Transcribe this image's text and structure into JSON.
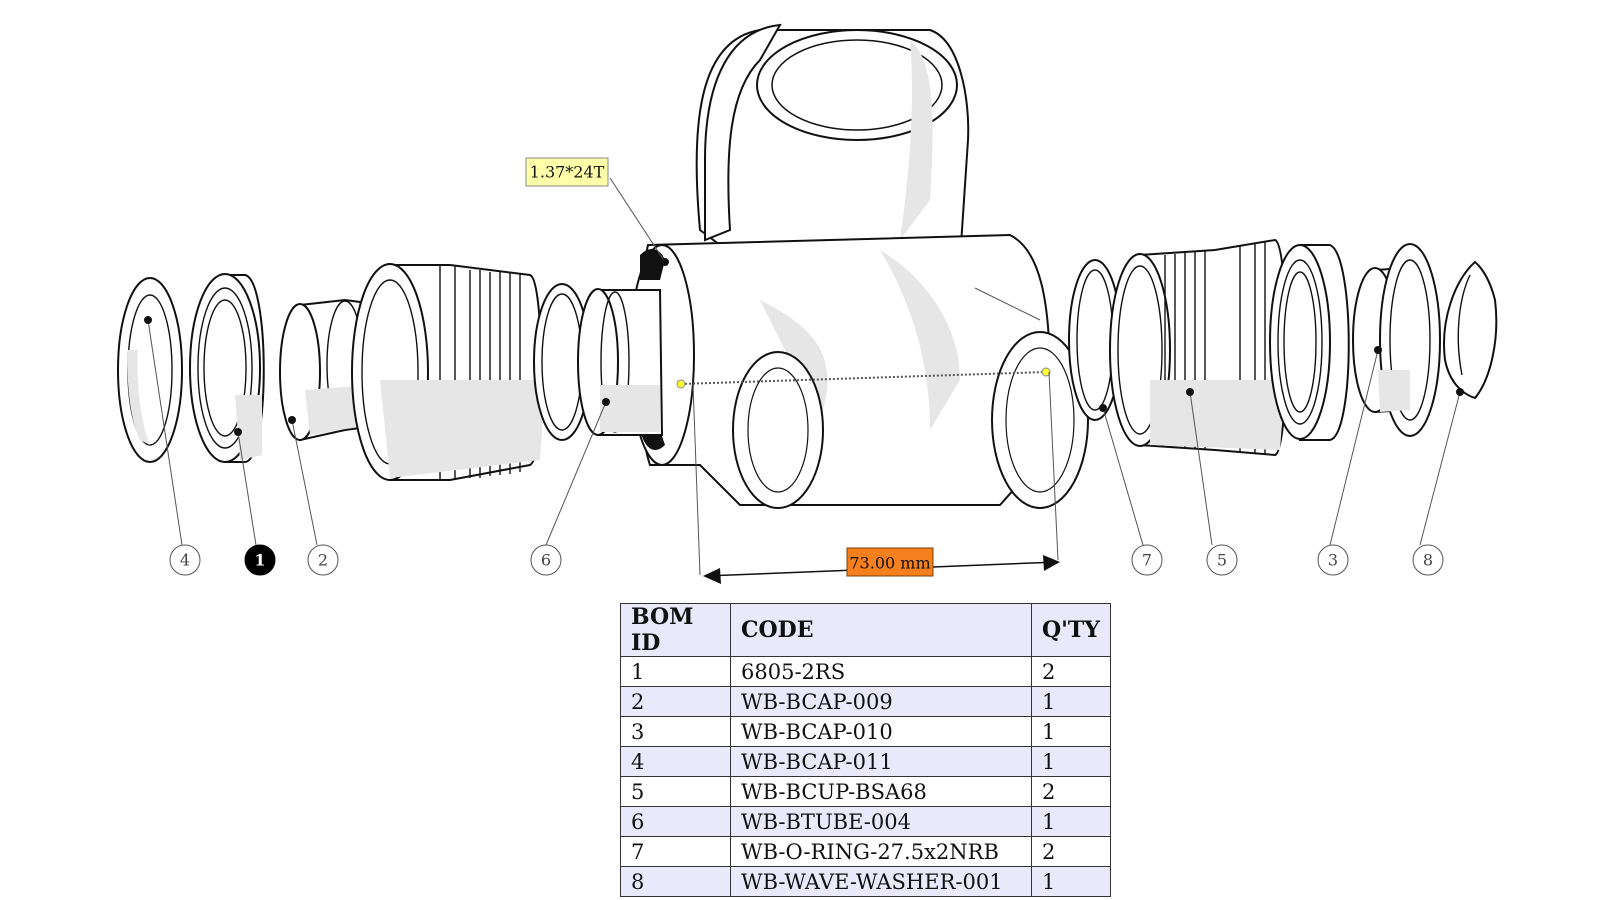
{
  "annotations": {
    "thread_label": "1.37*24T",
    "dimension_label": "73.00 mm"
  },
  "callouts": [
    "4",
    "1",
    "2",
    "6",
    "7",
    "5",
    "3",
    "8"
  ],
  "active_callout": "1",
  "bom": {
    "headers": [
      "BOM ID",
      "CODE",
      "Q'TY"
    ],
    "rows": [
      {
        "id": "1",
        "code": "6805-2RS",
        "qty": "2"
      },
      {
        "id": "2",
        "code": "WB-BCAP-009",
        "qty": "1"
      },
      {
        "id": "3",
        "code": "WB-BCAP-010",
        "qty": "1"
      },
      {
        "id": "4",
        "code": "WB-BCAP-011",
        "qty": "1"
      },
      {
        "id": "5",
        "code": "WB-BCUP-BSA68",
        "qty": "2"
      },
      {
        "id": "6",
        "code": "WB-BTUBE-004",
        "qty": "1"
      },
      {
        "id": "7",
        "code": "WB-O-RING-27.5x2NRB",
        "qty": "2"
      },
      {
        "id": "8",
        "code": "WB-WAVE-WASHER-001",
        "qty": "1"
      }
    ]
  },
  "colors": {
    "dimension_fill": "#f7801e",
    "thread_label_fill": "#ffffaa",
    "table_header_fill": "#e9e9fb",
    "active_callout_fill": "#000000"
  }
}
